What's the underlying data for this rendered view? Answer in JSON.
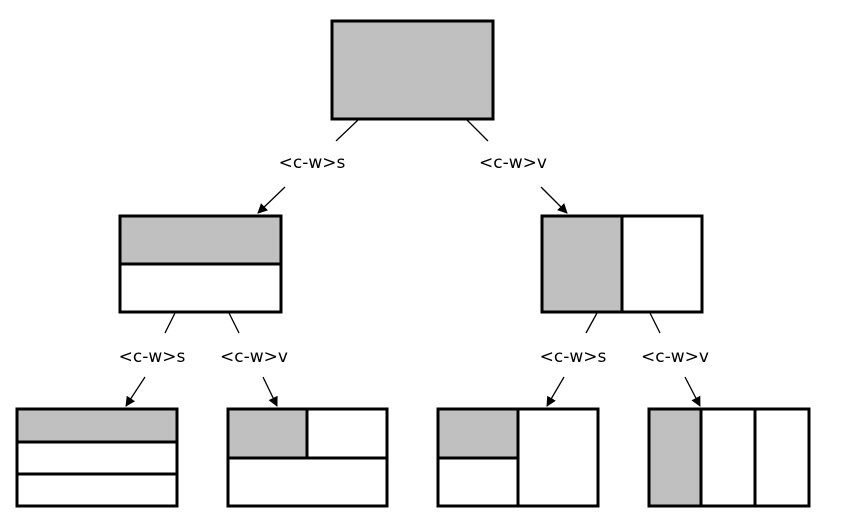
{
  "colors": {
    "shaded_pane": "#c0c0c0",
    "empty_pane": "#ffffff",
    "stroke": "#000000"
  },
  "edges": {
    "root_split_label": "<c-w>s",
    "root_vsplit_label": "<c-w>v",
    "hsplit_split_label": "<c-w>s",
    "hsplit_vsplit_label": "<c-w>v",
    "vsplit_split_label": "<c-w>s",
    "vsplit_vsplit_label": "<c-w>v"
  }
}
